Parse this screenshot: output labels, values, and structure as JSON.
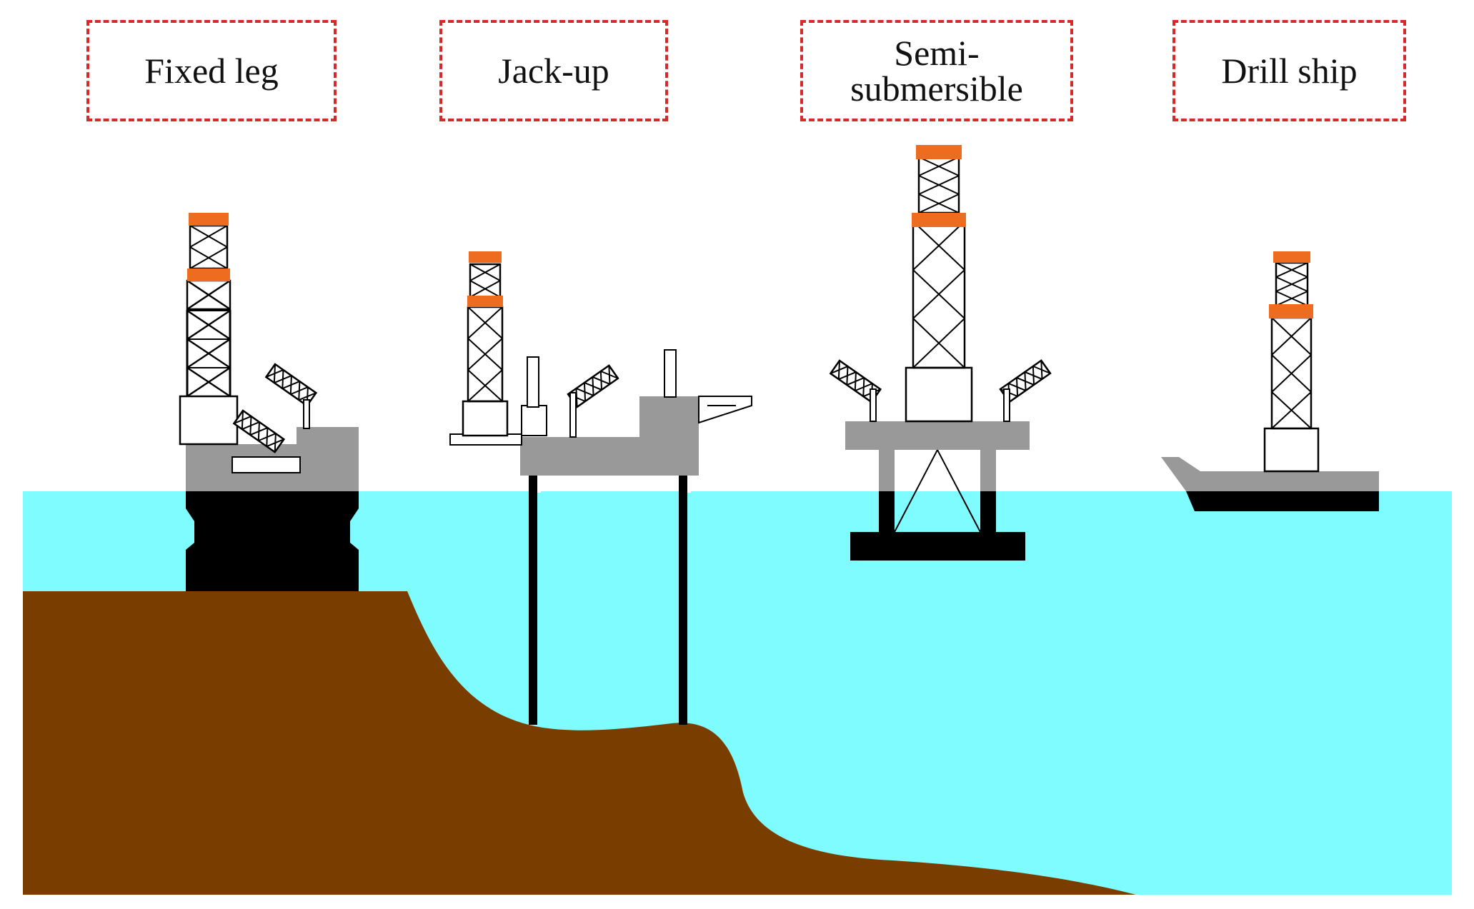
{
  "labels": {
    "fixed_leg": "Fixed leg",
    "jack_up": "Jack-up",
    "semi_line1": "Semi-",
    "semi_line2": "submersible",
    "drill_ship": "Drill ship"
  },
  "colors": {
    "sea": "#7ffcff",
    "seabed": "#7a3d00",
    "hull_grey": "#999999",
    "hull_black": "#000000",
    "derrick_orange": "#ee6c1f",
    "label_border": "#d42a2a"
  }
}
